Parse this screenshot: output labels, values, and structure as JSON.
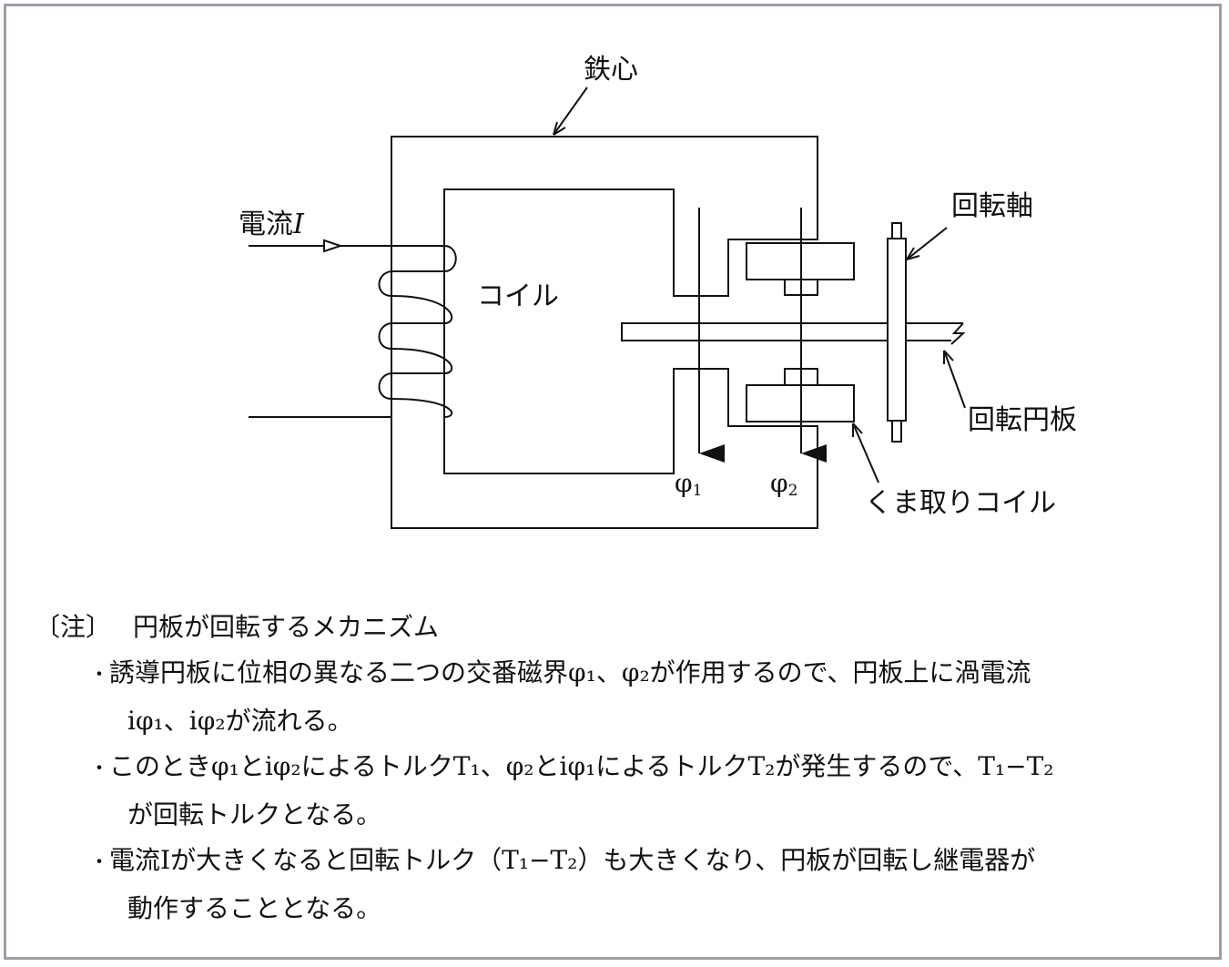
{
  "diagram": {
    "labels": {
      "iron_core": "鉄心",
      "current": "電流",
      "current_symbol": "I",
      "coil": "コイル",
      "shaft": "回転軸",
      "disc": "回転円板",
      "shading_coil": "くま取りコイル",
      "phi": "φ",
      "phi1_sub": "1",
      "phi2_sub": "2"
    }
  },
  "notes": {
    "tag": "〔注〕",
    "heading": "円板が回転するメカニズム",
    "b1_l1": "誘導円板に位相の異なる二つの交番磁界φ₁、φ₂が作用するので、円板上に渦電流",
    "b1_l2": "iφ₁、iφ₂が流れる。",
    "b2_l1": "このときφ₁とiφ₂によるトルクT₁、φ₂とiφ₁によるトルクT₂が発生するので、T₁−T₂",
    "b2_l2": "が回転トルクとなる。",
    "b3_l1": "電流Iが大きくなると回転トルク（T₁−T₂）も大きくなり、円板が回転し継電器が",
    "b3_l2": "動作することとなる。"
  }
}
